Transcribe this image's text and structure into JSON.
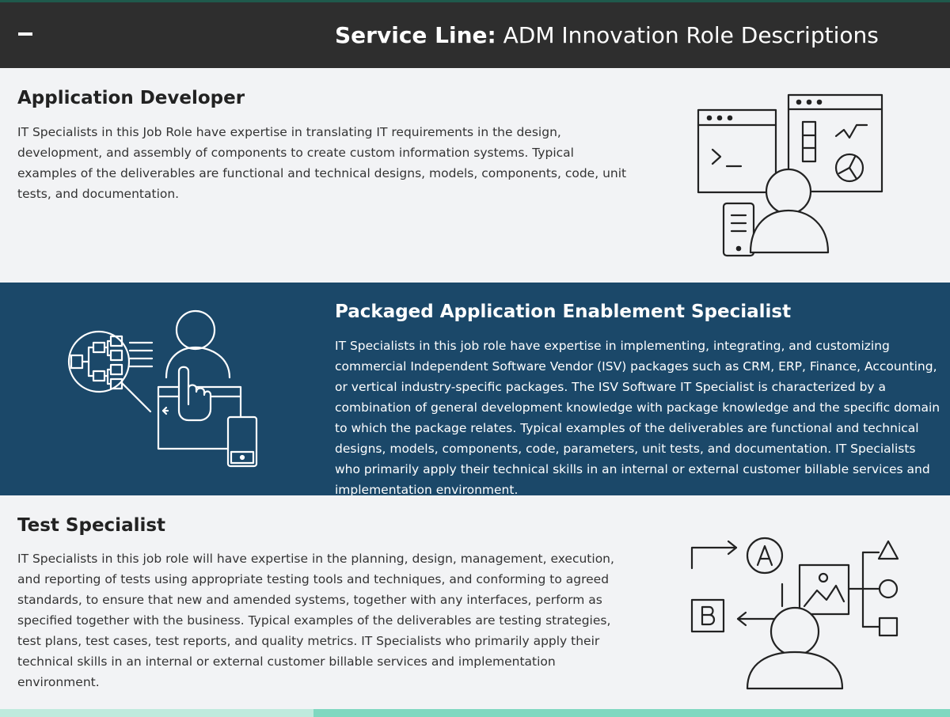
{
  "header": {
    "collapse_icon": "minus-icon",
    "title_strong": "Service Line:",
    "title_rest": " ADM Innovation Role Descriptions"
  },
  "roles": [
    {
      "title": "Application Developer",
      "description": "IT Specialists in this Job Role have expertise in translating IT requirements in the design, development, and assembly of components to create custom information systems. Typical examples of the deliverables are functional and technical designs, models, components, code, unit tests, and documentation.",
      "icon": "developer-workstation-icon",
      "background": "#f2f3f5"
    },
    {
      "title": "Packaged Application Enablement Specialist",
      "description": "IT Specialists in this job role have expertise in implementing, integrating, and customizing commercial Independent Software Vendor (ISV) packages such as CRM, ERP, Finance, Accounting, or vertical industry-specific packages. The ISV Software IT Specialist is characterized by a combination of general development knowledge with package knowledge and the specific domain to which the package relates. Typical examples of the deliverables are functional and technical designs, models, components, code, parameters, unit tests, and documentation. IT Specialists who primarily apply their technical skills in an internal or external customer billable services and implementation environment.",
      "icon": "package-integration-icon",
      "background": "#1b4869"
    },
    {
      "title": "Test Specialist",
      "description": "IT Specialists in this job role will have expertise in the planning, design, management, execution, and reporting of tests using appropriate testing tools and techniques, and conforming to agreed standards, to ensure that new and amended systems, together with any interfaces, perform as specified together with the business. Typical examples of the deliverables are testing strategies, test plans, test cases, test reports, and quality metrics. IT Specialists who primarily apply their technical skills in an internal or external customer billable services and implementation environment.",
      "icon": "test-flow-icon",
      "background": "#f2f3f5"
    }
  ],
  "colors": {
    "header_bg": "#2e2e2e",
    "accent_dark_blue": "#1b4869",
    "footer_light": "#bfeadd",
    "footer_teal": "#7fd8c0"
  }
}
